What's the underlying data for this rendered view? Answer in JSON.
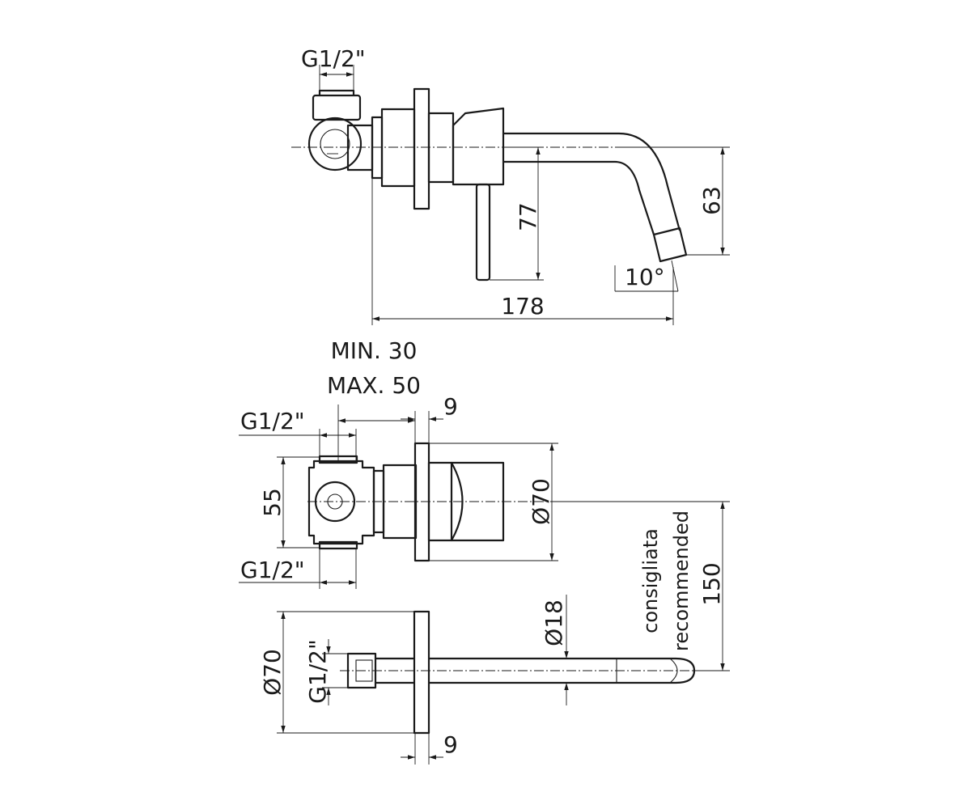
{
  "side_view": {
    "thread_label": "G1/2\"",
    "spout_height": "77",
    "outlet_drop": "63",
    "angle": "10°",
    "total_length": "178"
  },
  "plan_view": {
    "min_depth": "MIN. 30",
    "max_depth": "MAX. 50",
    "plate_thickness_top": "9",
    "thread_top": "G1/2\"",
    "thread_bottom": "G1/2\"",
    "body_height": "55",
    "plate_diameter": "Ø70"
  },
  "spout_view": {
    "plate_diameter": "Ø70",
    "thread_label": "G1/2\"",
    "spout_diameter": "Ø18",
    "note_it": "consigliata",
    "note_en": "recommended",
    "spacing": "150",
    "plate_thickness_bottom": "9"
  }
}
